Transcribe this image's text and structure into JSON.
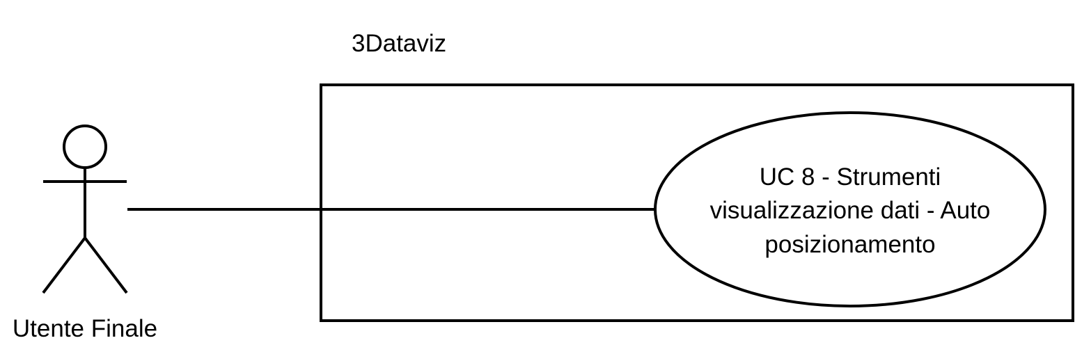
{
  "system": {
    "title": "3Dataviz"
  },
  "actor": {
    "label": "Utente Finale"
  },
  "use_case": {
    "label_lines": [
      "UC 8 - Strumenti",
      "visualizzazione dati - Auto",
      "posizionamento"
    ]
  },
  "colors": {
    "stroke": "#000000",
    "background": "#ffffff",
    "text": "#000000"
  }
}
